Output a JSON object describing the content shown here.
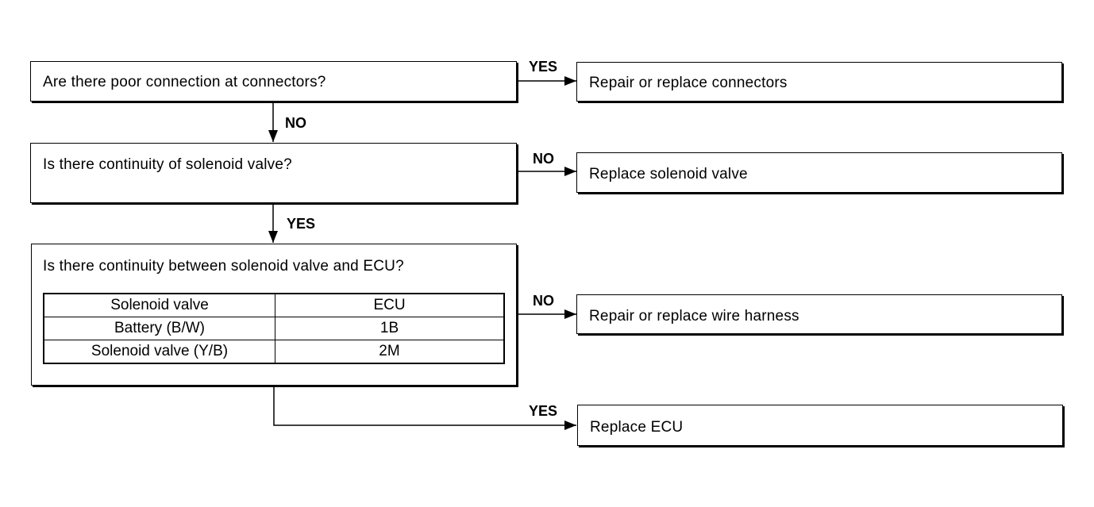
{
  "steps": [
    {
      "question": "Are there poor connection at connectors?",
      "branch_label": "YES",
      "result": "Repair or replace connectors",
      "next_label": "NO"
    },
    {
      "question": "Is there continuity of solenoid valve?",
      "branch_label": "NO",
      "result": "Replace solenoid valve",
      "next_label": "YES"
    },
    {
      "question": "Is there continuity between solenoid valve and ECU?",
      "branch_label": "NO",
      "result": "Repair or replace wire harness",
      "final_label": "YES",
      "final_result": "Replace ECU"
    }
  ],
  "table": {
    "headers": [
      "Solenoid valve",
      "ECU"
    ],
    "rows": [
      [
        "Battery (B/W)",
        "1B"
      ],
      [
        "Solenoid valve (Y/B)",
        "2M"
      ]
    ]
  }
}
